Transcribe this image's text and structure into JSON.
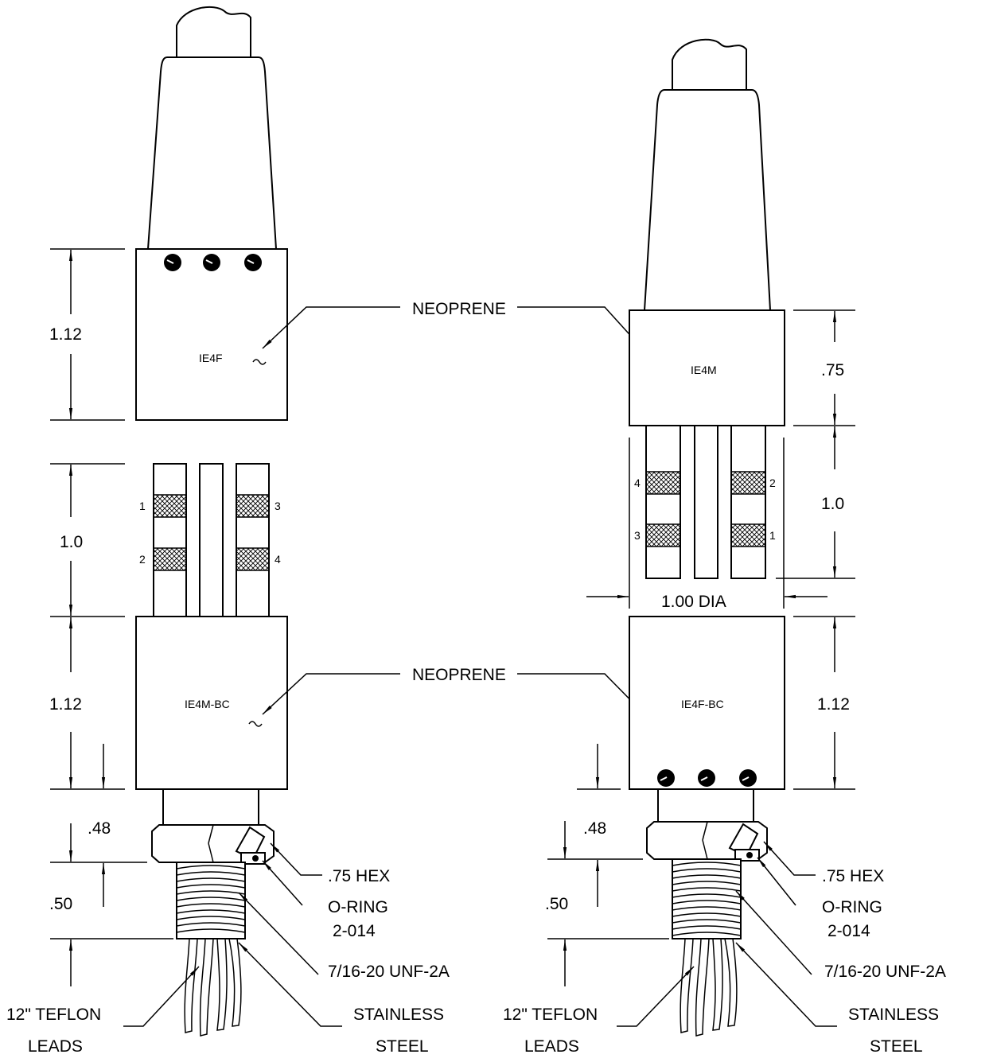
{
  "labels": {
    "neoprene_top": "NEOPRENE",
    "neoprene_mid": "NEOPRENE",
    "ie4f": "IE4F",
    "ie4m": "IE4M",
    "ie4m_bc": "IE4M-BC",
    "ie4f_bc": "IE4F-BC",
    "dia": "1.00 DIA"
  },
  "dims": {
    "left_top_body": "1.12",
    "left_pins": "1.0",
    "left_bot_body": "1.12",
    "left_hex": ".48",
    "left_thread": ".50",
    "right_top_body": ".75",
    "right_pins": "1.0",
    "right_bot_body": "1.12",
    "right_hex": ".48",
    "right_thread": ".50"
  },
  "pins": {
    "left": [
      "1",
      "2",
      "3",
      "4"
    ],
    "right": [
      "4",
      "3",
      "2",
      "1"
    ]
  },
  "callouts": {
    "left": {
      "hex": ".75 HEX",
      "oring_1": "O-RING",
      "oring_2": "2-014",
      "thread": "7/16-20 UNF-2A",
      "leads_1": "12\" TEFLON",
      "leads_2": "LEADS",
      "steel_1": "STAINLESS",
      "steel_2": "STEEL"
    },
    "right": {
      "hex": ".75 HEX",
      "oring_1": "O-RING",
      "oring_2": "2-014",
      "thread": "7/16-20 UNF-2A",
      "leads_1": "12\" TEFLON",
      "leads_2": "LEADS",
      "steel_1": "STAINLESS",
      "steel_2": "STEEL"
    }
  }
}
